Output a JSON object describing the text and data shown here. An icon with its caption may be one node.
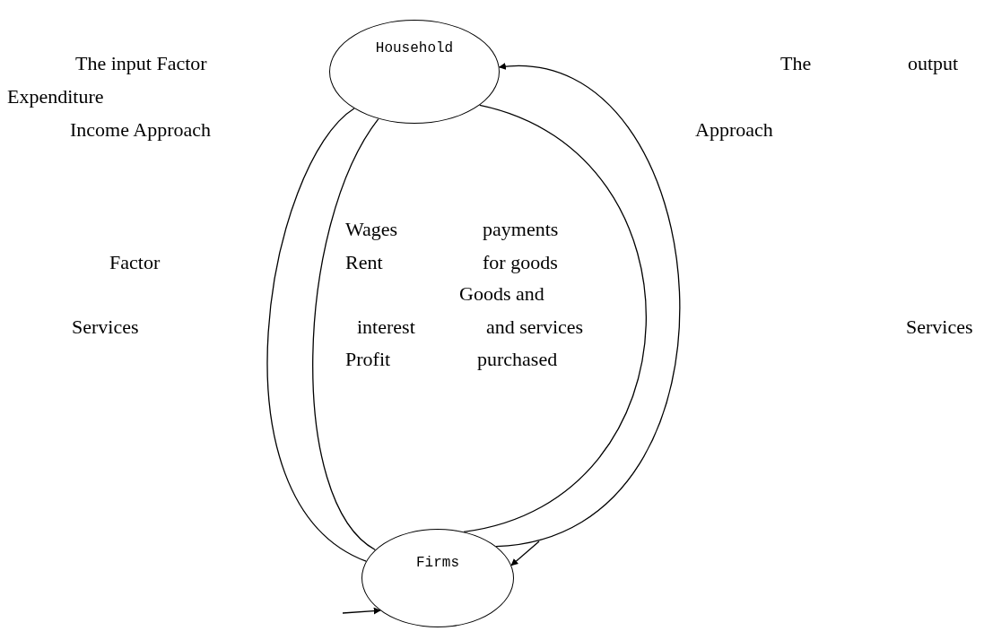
{
  "diagram": {
    "nodes": [
      {
        "text": [
          "Household"
        ]
      },
      {
        "text": [
          "Firms"
        ]
      }
    ],
    "edges": [
      {
        "from": 0,
        "to": 1,
        "arrow": "none"
      },
      {
        "from": 0,
        "to": 1,
        "arrow": "none"
      },
      {
        "from": 0,
        "to": 1,
        "arrow": "none"
      },
      {
        "from": 1,
        "to": 0,
        "arrow": "to"
      },
      {
        "from": null,
        "to": 1,
        "arrow": "to"
      },
      {
        "from": null,
        "to": 1,
        "arrow": "to"
      }
    ],
    "labels": [
      "The input Factor",
      "Expenditure",
      "Income Approach",
      "The",
      "output",
      "Approach",
      "Wages",
      "payments",
      "Factor",
      "Rent",
      "for goods",
      "Goods and",
      "Services",
      "interest",
      "and services",
      "Services",
      "Profit",
      "purchased"
    ]
  }
}
